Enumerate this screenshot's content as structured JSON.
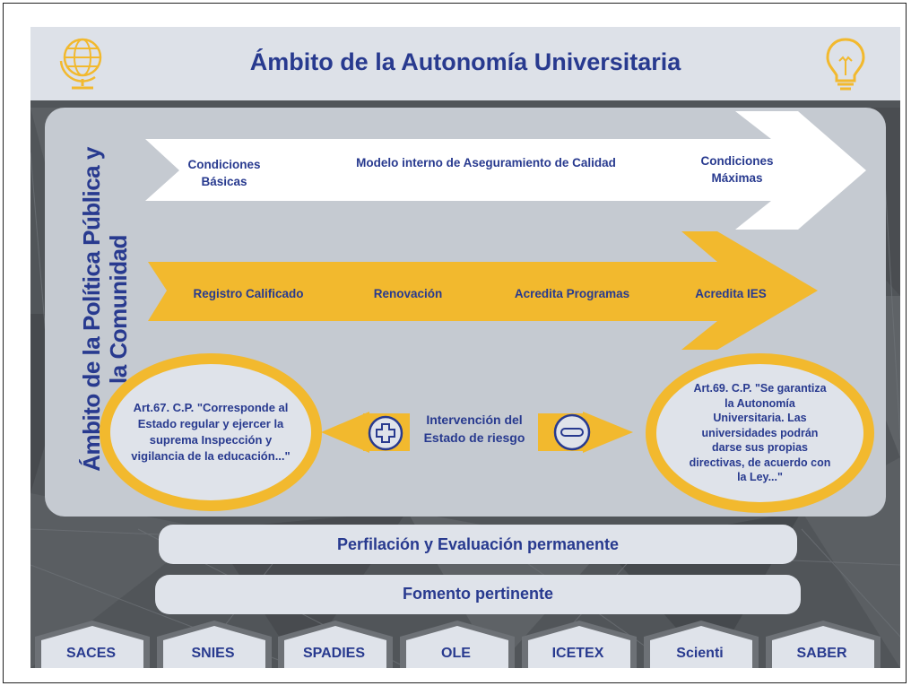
{
  "header": {
    "title": "Ámbito de la Autonomía Universitaria",
    "left_icon": "globe-icon",
    "right_icon": "lightbulb-icon"
  },
  "side_label": "Ámbito de la Política Pública y la Comunidad",
  "white_arrow": {
    "items": [
      "Condiciones Básicas",
      "Modelo interno de  Aseguramiento de Calidad",
      "Condiciones Máximas"
    ]
  },
  "yellow_arrow": {
    "items": [
      "Registro Calificado",
      "Renovación",
      "Acredita Programas",
      "Acredita IES"
    ]
  },
  "left_circle": {
    "text": "Art.67. C.P. \"Corresponde al Estado regular y ejercer la suprema Inspección y vigilancia de la educación...\""
  },
  "right_circle": {
    "text": "Art.69. C.P. \"Se garantiza la Autonomía Universitaria. Las universidades podrán darse sus propias directivas, de acuerdo con la Ley...\""
  },
  "center": {
    "text": "Intervención del Estado de riesgo",
    "plus_icon": "plus-circle-icon",
    "minus_icon": "minus-circle-icon"
  },
  "bands": [
    "Perfilación y Evaluación permanente",
    "Fomento pertinente"
  ],
  "tabs": [
    "SACES",
    "SNIES",
    "SPADIES",
    "OLE",
    "ICETEX",
    "Scienti",
    "SABER"
  ],
  "colors": {
    "navy": "#283a8f",
    "gold": "#f2b92e",
    "panel": "#c5cad1",
    "light": "#dfe3ea",
    "background": "#515559"
  }
}
